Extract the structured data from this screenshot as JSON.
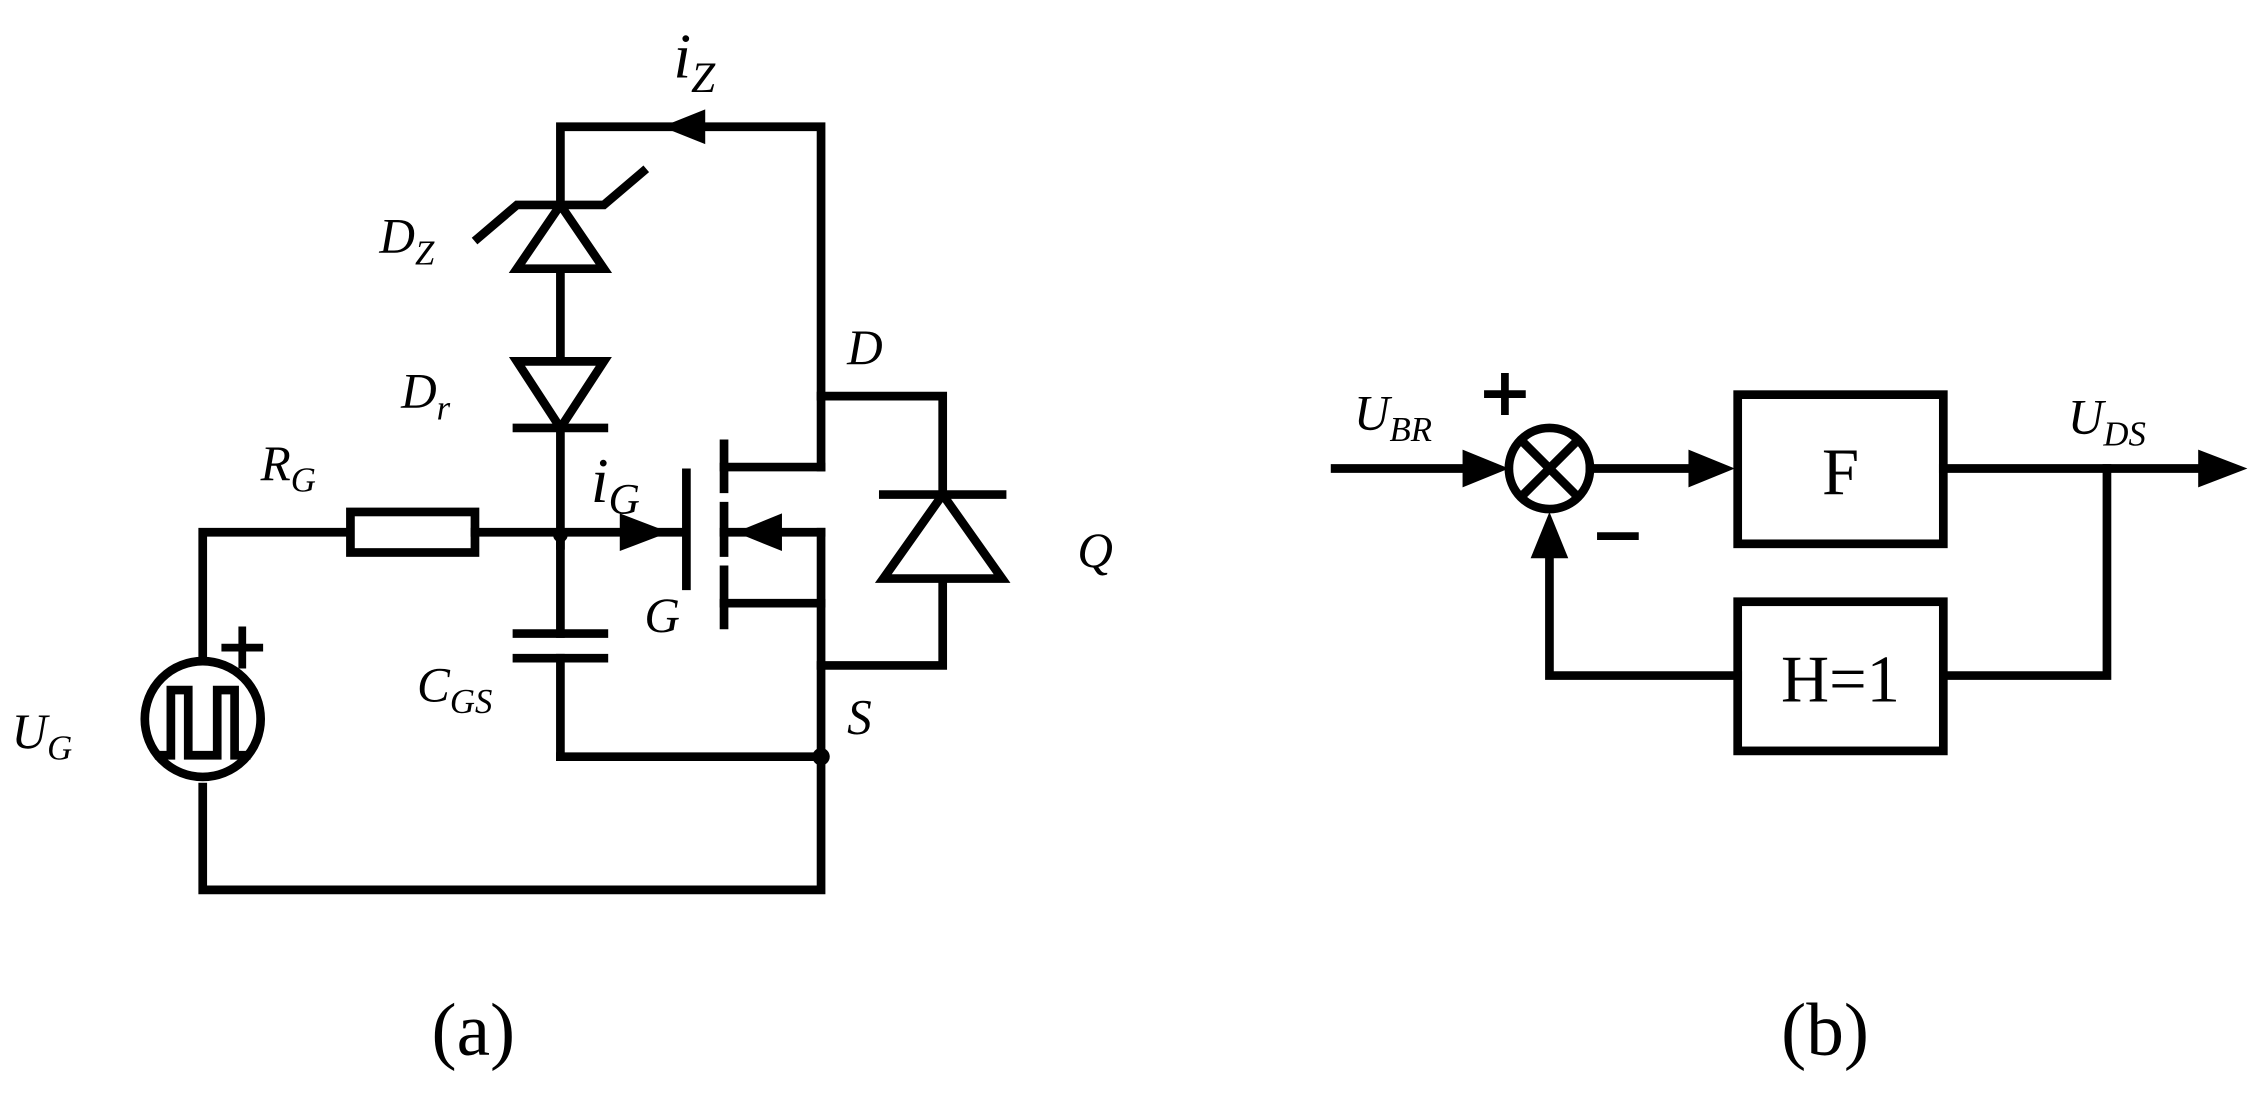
{
  "panel_a": {
    "caption": "(a)",
    "labels": {
      "iz": {
        "main": "i",
        "sub": "Z"
      },
      "dz": {
        "main": "D",
        "sub": "Z"
      },
      "dr": {
        "main": "D",
        "sub": "r"
      },
      "rg": {
        "main": "R",
        "sub": "G"
      },
      "ig": {
        "main": "i",
        "sub": "G"
      },
      "cgs": {
        "main": "C",
        "sub": "GS"
      },
      "ug": {
        "main": "U",
        "sub": "G"
      },
      "drain": "D",
      "gate": "G",
      "source": "S",
      "mosfet": "Q",
      "plus": "+"
    }
  },
  "panel_b": {
    "caption": "(b)",
    "labels": {
      "ubr": {
        "main": "U",
        "sub": "BR"
      },
      "uds": {
        "main": "U",
        "sub": "DS"
      },
      "plus": "+",
      "minus": "−"
    },
    "blocks": {
      "forward": "F",
      "feedback": "H=1"
    }
  }
}
